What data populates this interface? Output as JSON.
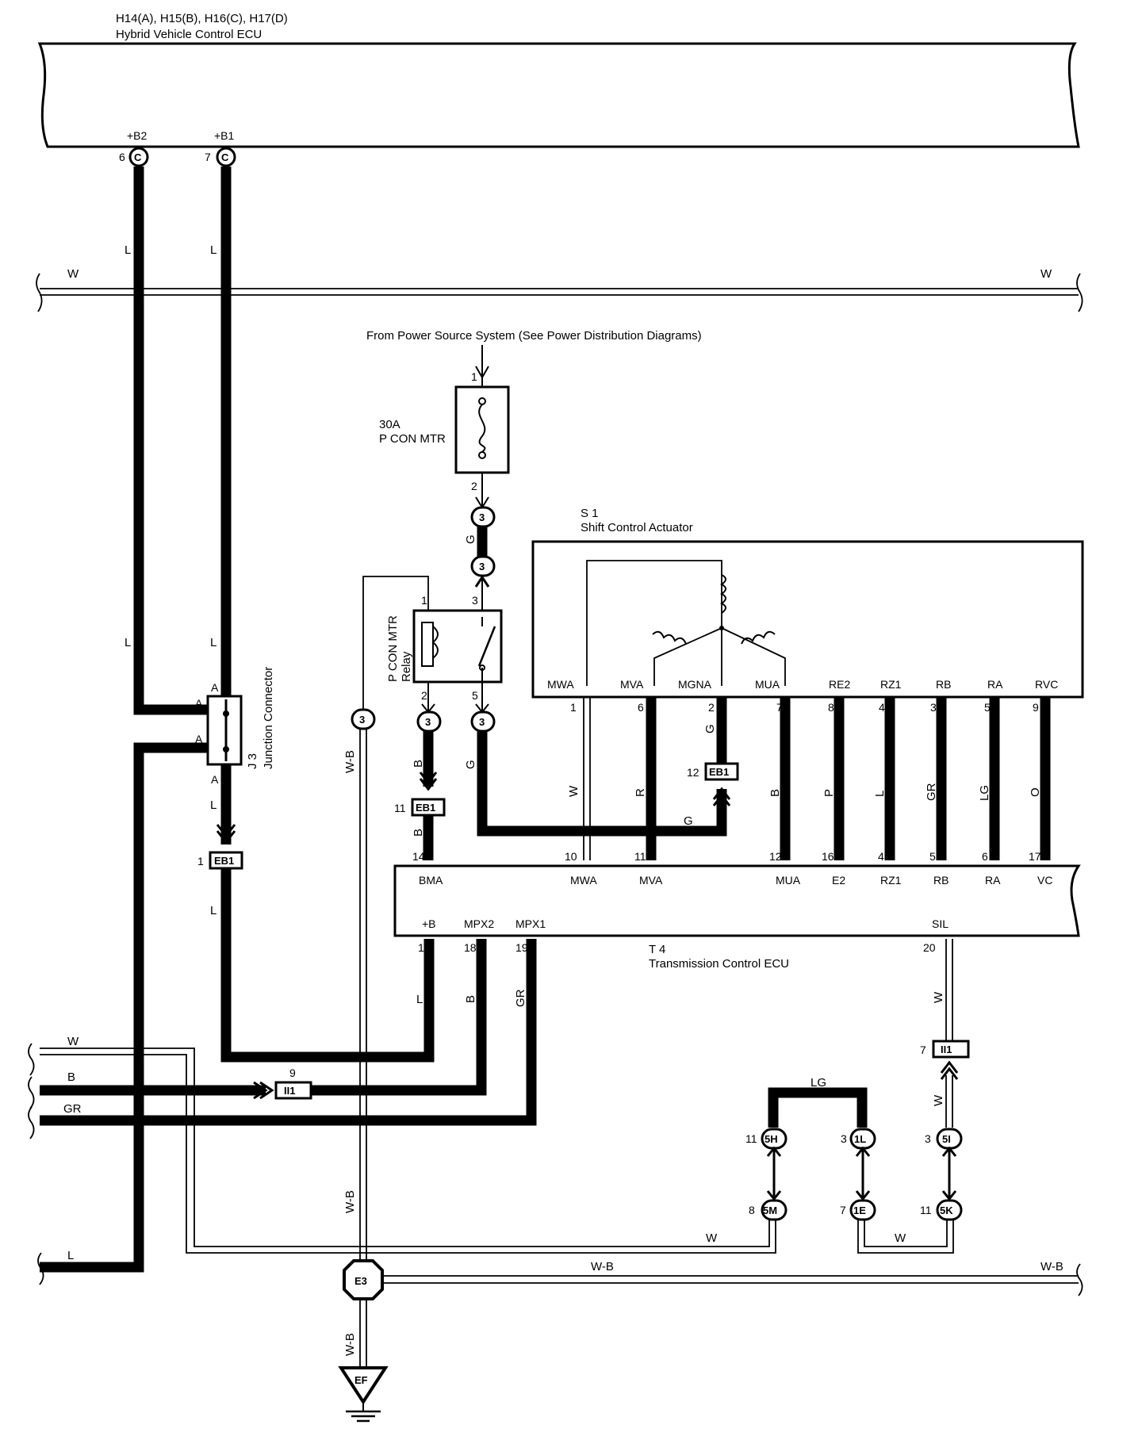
{
  "hv_ecu": {
    "connectors": "H14(A), H15(B), H16(C), H17(D)",
    "name": "Hybrid Vehicle Control ECU",
    "pin_b2_label": "+B2",
    "pin_b2_num": "6",
    "pin_b1_label": "+B1",
    "pin_b1_num": "7",
    "conn_letter": "C"
  },
  "power": {
    "note": "From Power Source System (See Power Distribution Diagrams)",
    "fuse_amp": "30A",
    "fuse_name": "P CON MTR",
    "pin1": "1",
    "pin2": "2"
  },
  "relay": {
    "name": "P CON MTR",
    "name2": "Relay",
    "pin1": "1",
    "pin2": "2",
    "pin3": "3",
    "pin5": "5",
    "conn": "3"
  },
  "actuator": {
    "id": "S 1",
    "name": "Shift Control Actuator",
    "pins": [
      {
        "label": "MWA",
        "num": "1"
      },
      {
        "label": "MVA",
        "num": "6"
      },
      {
        "label": "MGNA",
        "num": "2"
      },
      {
        "label": "MUA",
        "num": "7"
      },
      {
        "label": "RE2",
        "num": "8"
      },
      {
        "label": "RZ1",
        "num": "4"
      },
      {
        "label": "RB",
        "num": "3"
      },
      {
        "label": "RA",
        "num": "5"
      },
      {
        "label": "RVC",
        "num": "9"
      }
    ]
  },
  "tcu": {
    "id": "T 4",
    "name": "Transmission Control ECU",
    "top_pins": [
      {
        "label": "BMA",
        "num": "14"
      },
      {
        "label": "MWA",
        "num": "10"
      },
      {
        "label": "MVA",
        "num": "11"
      },
      {
        "label": "MUA",
        "num": "12"
      },
      {
        "label": "E2",
        "num": "16"
      },
      {
        "label": "RZ1",
        "num": "4"
      },
      {
        "label": "RB",
        "num": "5"
      },
      {
        "label": "RA",
        "num": "6"
      },
      {
        "label": "VC",
        "num": "17"
      }
    ],
    "bottom_pins": [
      {
        "label": "+B",
        "num": "1"
      },
      {
        "label": "MPX2",
        "num": "18"
      },
      {
        "label": "MPX1",
        "num": "19"
      },
      {
        "label": "SIL",
        "num": "20"
      }
    ]
  },
  "junction": {
    "id": "J 3",
    "name": "Junction Connector",
    "pin": "A"
  },
  "connectors": {
    "eb1": "EB1",
    "eb1_pin_a": "1",
    "eb1_pin_b": "11",
    "eb1_pin_c": "12",
    "ii1": "II1",
    "ii1_pin_a": "9",
    "ii1_pin_b": "7",
    "c3": "3",
    "c5h": "5H",
    "c5h_pin": "11",
    "c1l": "1L",
    "c1l_pin": "3",
    "c5i": "5I",
    "c5i_pin": "3",
    "c5m": "5M",
    "c5m_pin": "8",
    "c1e": "1E",
    "c1e_pin": "7",
    "c5k": "5K",
    "c5k_pin": "11",
    "e3": "E3",
    "ef": "EF"
  },
  "wires": {
    "W": "W",
    "L": "L",
    "G": "G",
    "B": "B",
    "R": "R",
    "P": "P",
    "GR": "GR",
    "LG": "LG",
    "O": "O",
    "WB": "W-B"
  }
}
